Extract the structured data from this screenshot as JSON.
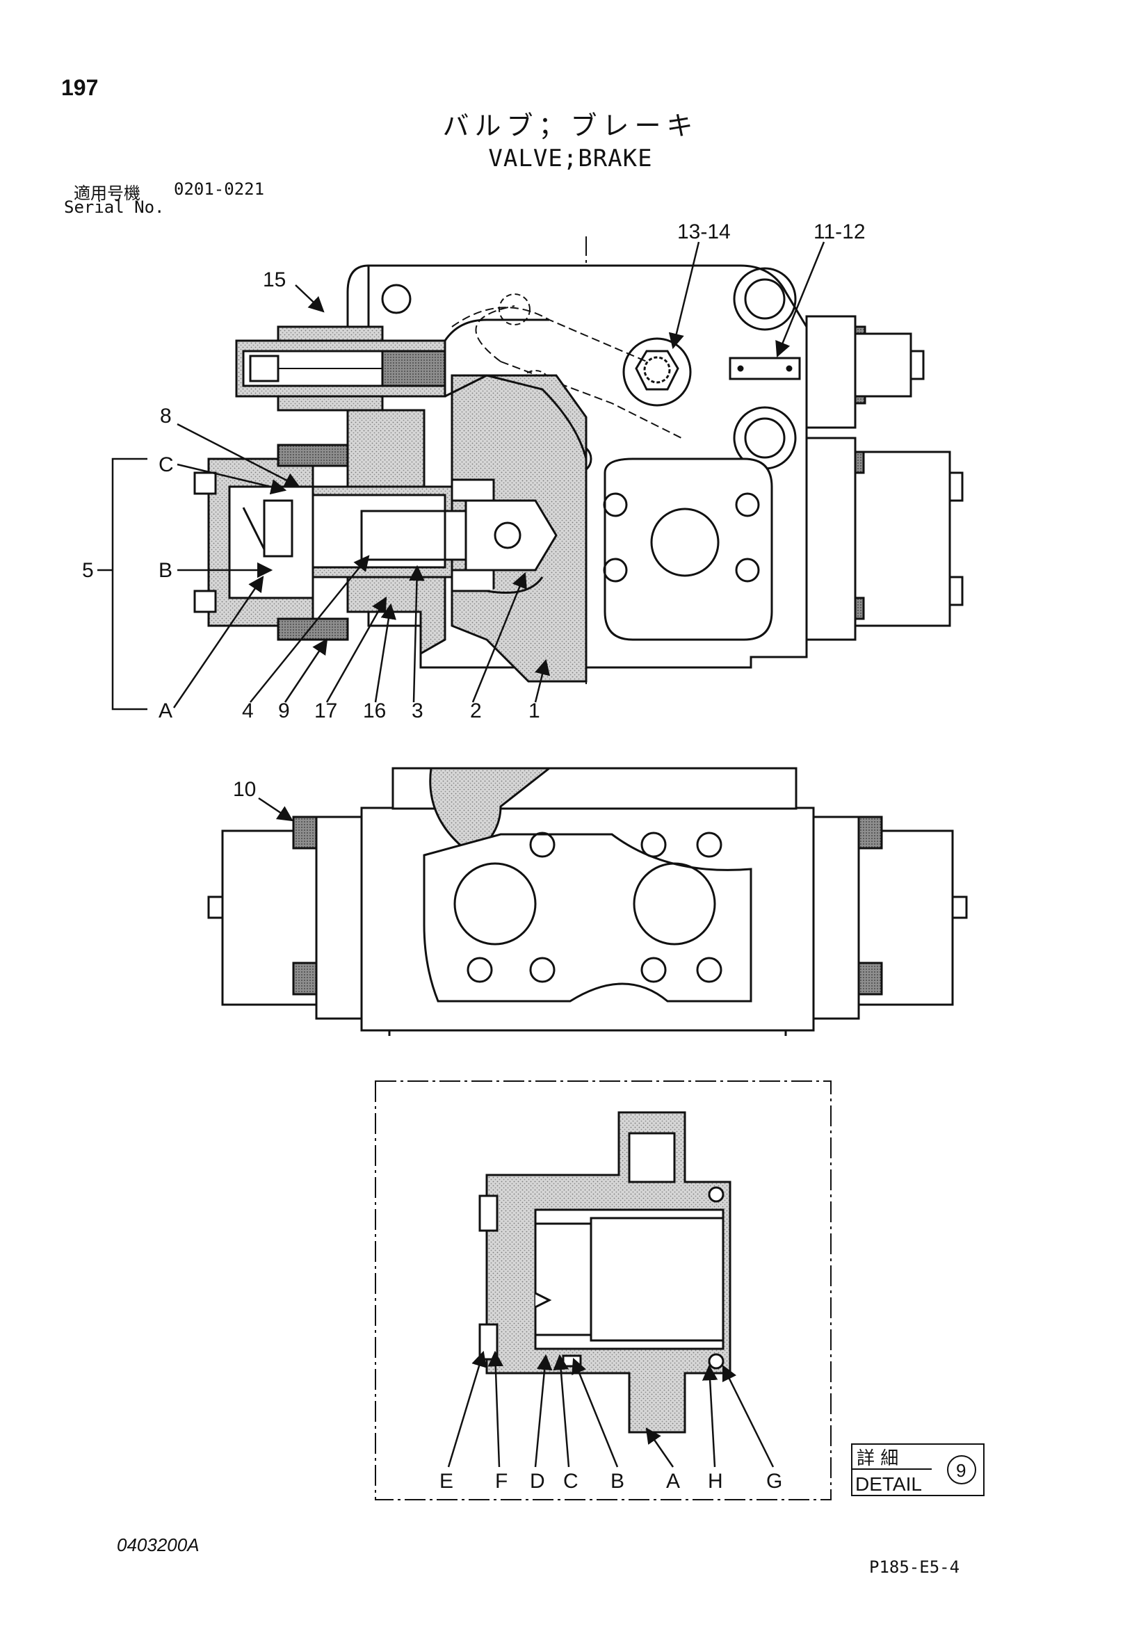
{
  "header": {
    "page_number": "197",
    "title_jp": "バルブ；ブレーキ",
    "title_en": "VALVE;BRAKE",
    "serial_label_jp": "適用号機",
    "serial_range": "0201-0221",
    "serial_label_en": "Serial No."
  },
  "top_view": {
    "callouts": {
      "c15": "15",
      "c13_14": "13-14",
      "c11_12": "11-12",
      "c8": "8",
      "cC": "C",
      "c5": "5",
      "cB": "B",
      "cA": "A",
      "c4": "4",
      "c9": "9",
      "c17": "17",
      "c16": "16",
      "c3": "3",
      "c2": "2",
      "c1": "1"
    }
  },
  "front_view": {
    "callouts": {
      "c10": "10"
    }
  },
  "detail_view": {
    "callouts": {
      "E": "E",
      "F": "F",
      "D": "D",
      "C": "C",
      "B": "B",
      "A": "A",
      "H": "H",
      "G": "G"
    },
    "badge": {
      "label_jp": "詳 細",
      "label_en": "DETAIL",
      "number": "9"
    }
  },
  "footer": {
    "doc_code": "0403200A",
    "page_ref": "P185-E5-4"
  }
}
